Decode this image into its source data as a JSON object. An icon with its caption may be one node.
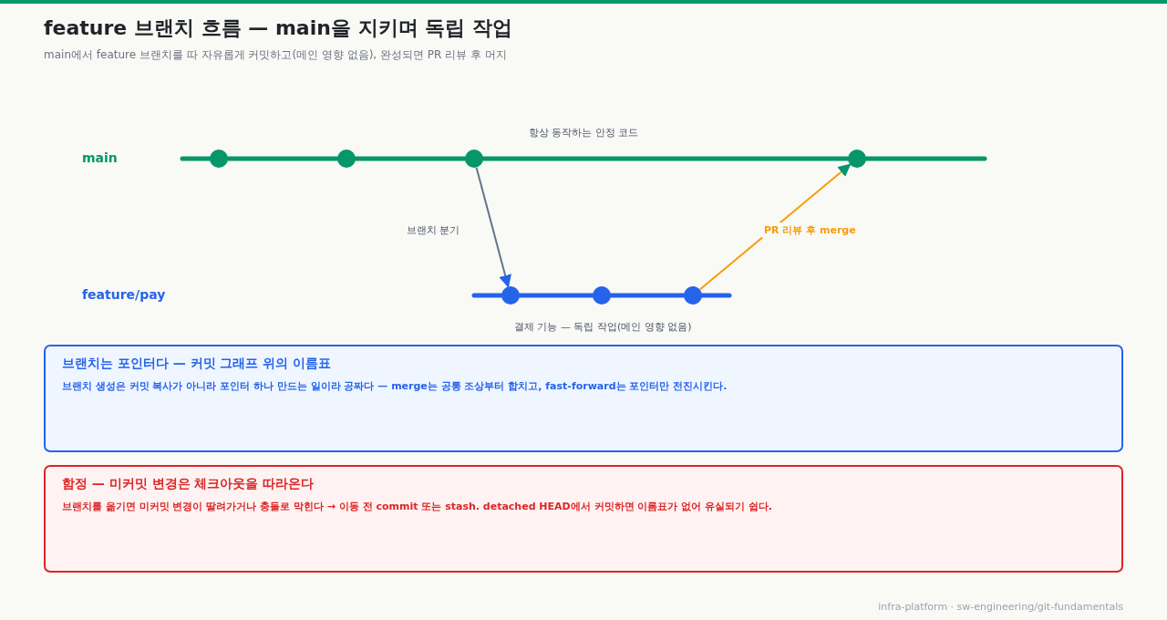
{
  "diagram": {
    "title": "feature 브랜치 흐름 — main을 지키며 독립 작업",
    "caption": "main에서 feature 브랜치를 따 자유롭게 커밋하고(메인 영향 없음), 완성되면 PR 리뷰 후 머지",
    "nodes": [
      {
        "text": [],
        "shape": "circle"
      },
      {
        "text": [],
        "shape": "circle"
      },
      {
        "text": [],
        "shape": "circle"
      },
      {
        "text": [],
        "shape": "circle"
      },
      {
        "text": [],
        "shape": "circle"
      },
      {
        "text": [],
        "shape": "circle"
      },
      {
        "text": [],
        "shape": "circle"
      },
      {
        "text": [
          "브랜치는 포인터다 — 커밋 그래프 위의 이름표",
          "브랜치 생성은 커밋 복사가 아니라 포인터 하나 만드는 일이라 공짜다 — merge는 공통 조상부터 합치고, fast-forward는 포인터만 전진시킨다."
        ]
      },
      {
        "text": [
          "함정 — 미커밋 변경은 체크아웃을 따라온다",
          "브랜치를 옮기면 미커밋 변경이 딸려가거나 충돌로 막힌다 → 이동 전 commit 또는 stash. detached HEAD에서 커밋하면 이름표가 없어 유실되기 쉽다."
        ]
      }
    ],
    "edges": [
      {
        "from": 0,
        "to": 1,
        "arrow": "none",
        "color": "#059669"
      },
      {
        "from": 1,
        "to": 2,
        "arrow": "none",
        "color": "#059669"
      },
      {
        "from": 2,
        "to": 3,
        "arrow": "none",
        "color": "#059669"
      },
      {
        "from": 2,
        "to": 4,
        "arrow": "to",
        "label": "브랜치 분기",
        "color": "#64748b"
      },
      {
        "from": 4,
        "to": 5,
        "arrow": "none",
        "color": "#2563eb"
      },
      {
        "from": 5,
        "to": 6,
        "arrow": "none",
        "color": "#2563eb"
      },
      {
        "from": 6,
        "to": 3,
        "arrow": "to",
        "label": "PR 리뷰 후 merge",
        "color": "#f59e0b"
      }
    ],
    "labels": [
      "main",
      "항상 동작하는 안정 코드",
      "feature/pay",
      "결제 기능 — 독립 작업(메인 영향 없음)",
      "infra-platform · sw-engineering/git-fundamentals"
    ]
  }
}
